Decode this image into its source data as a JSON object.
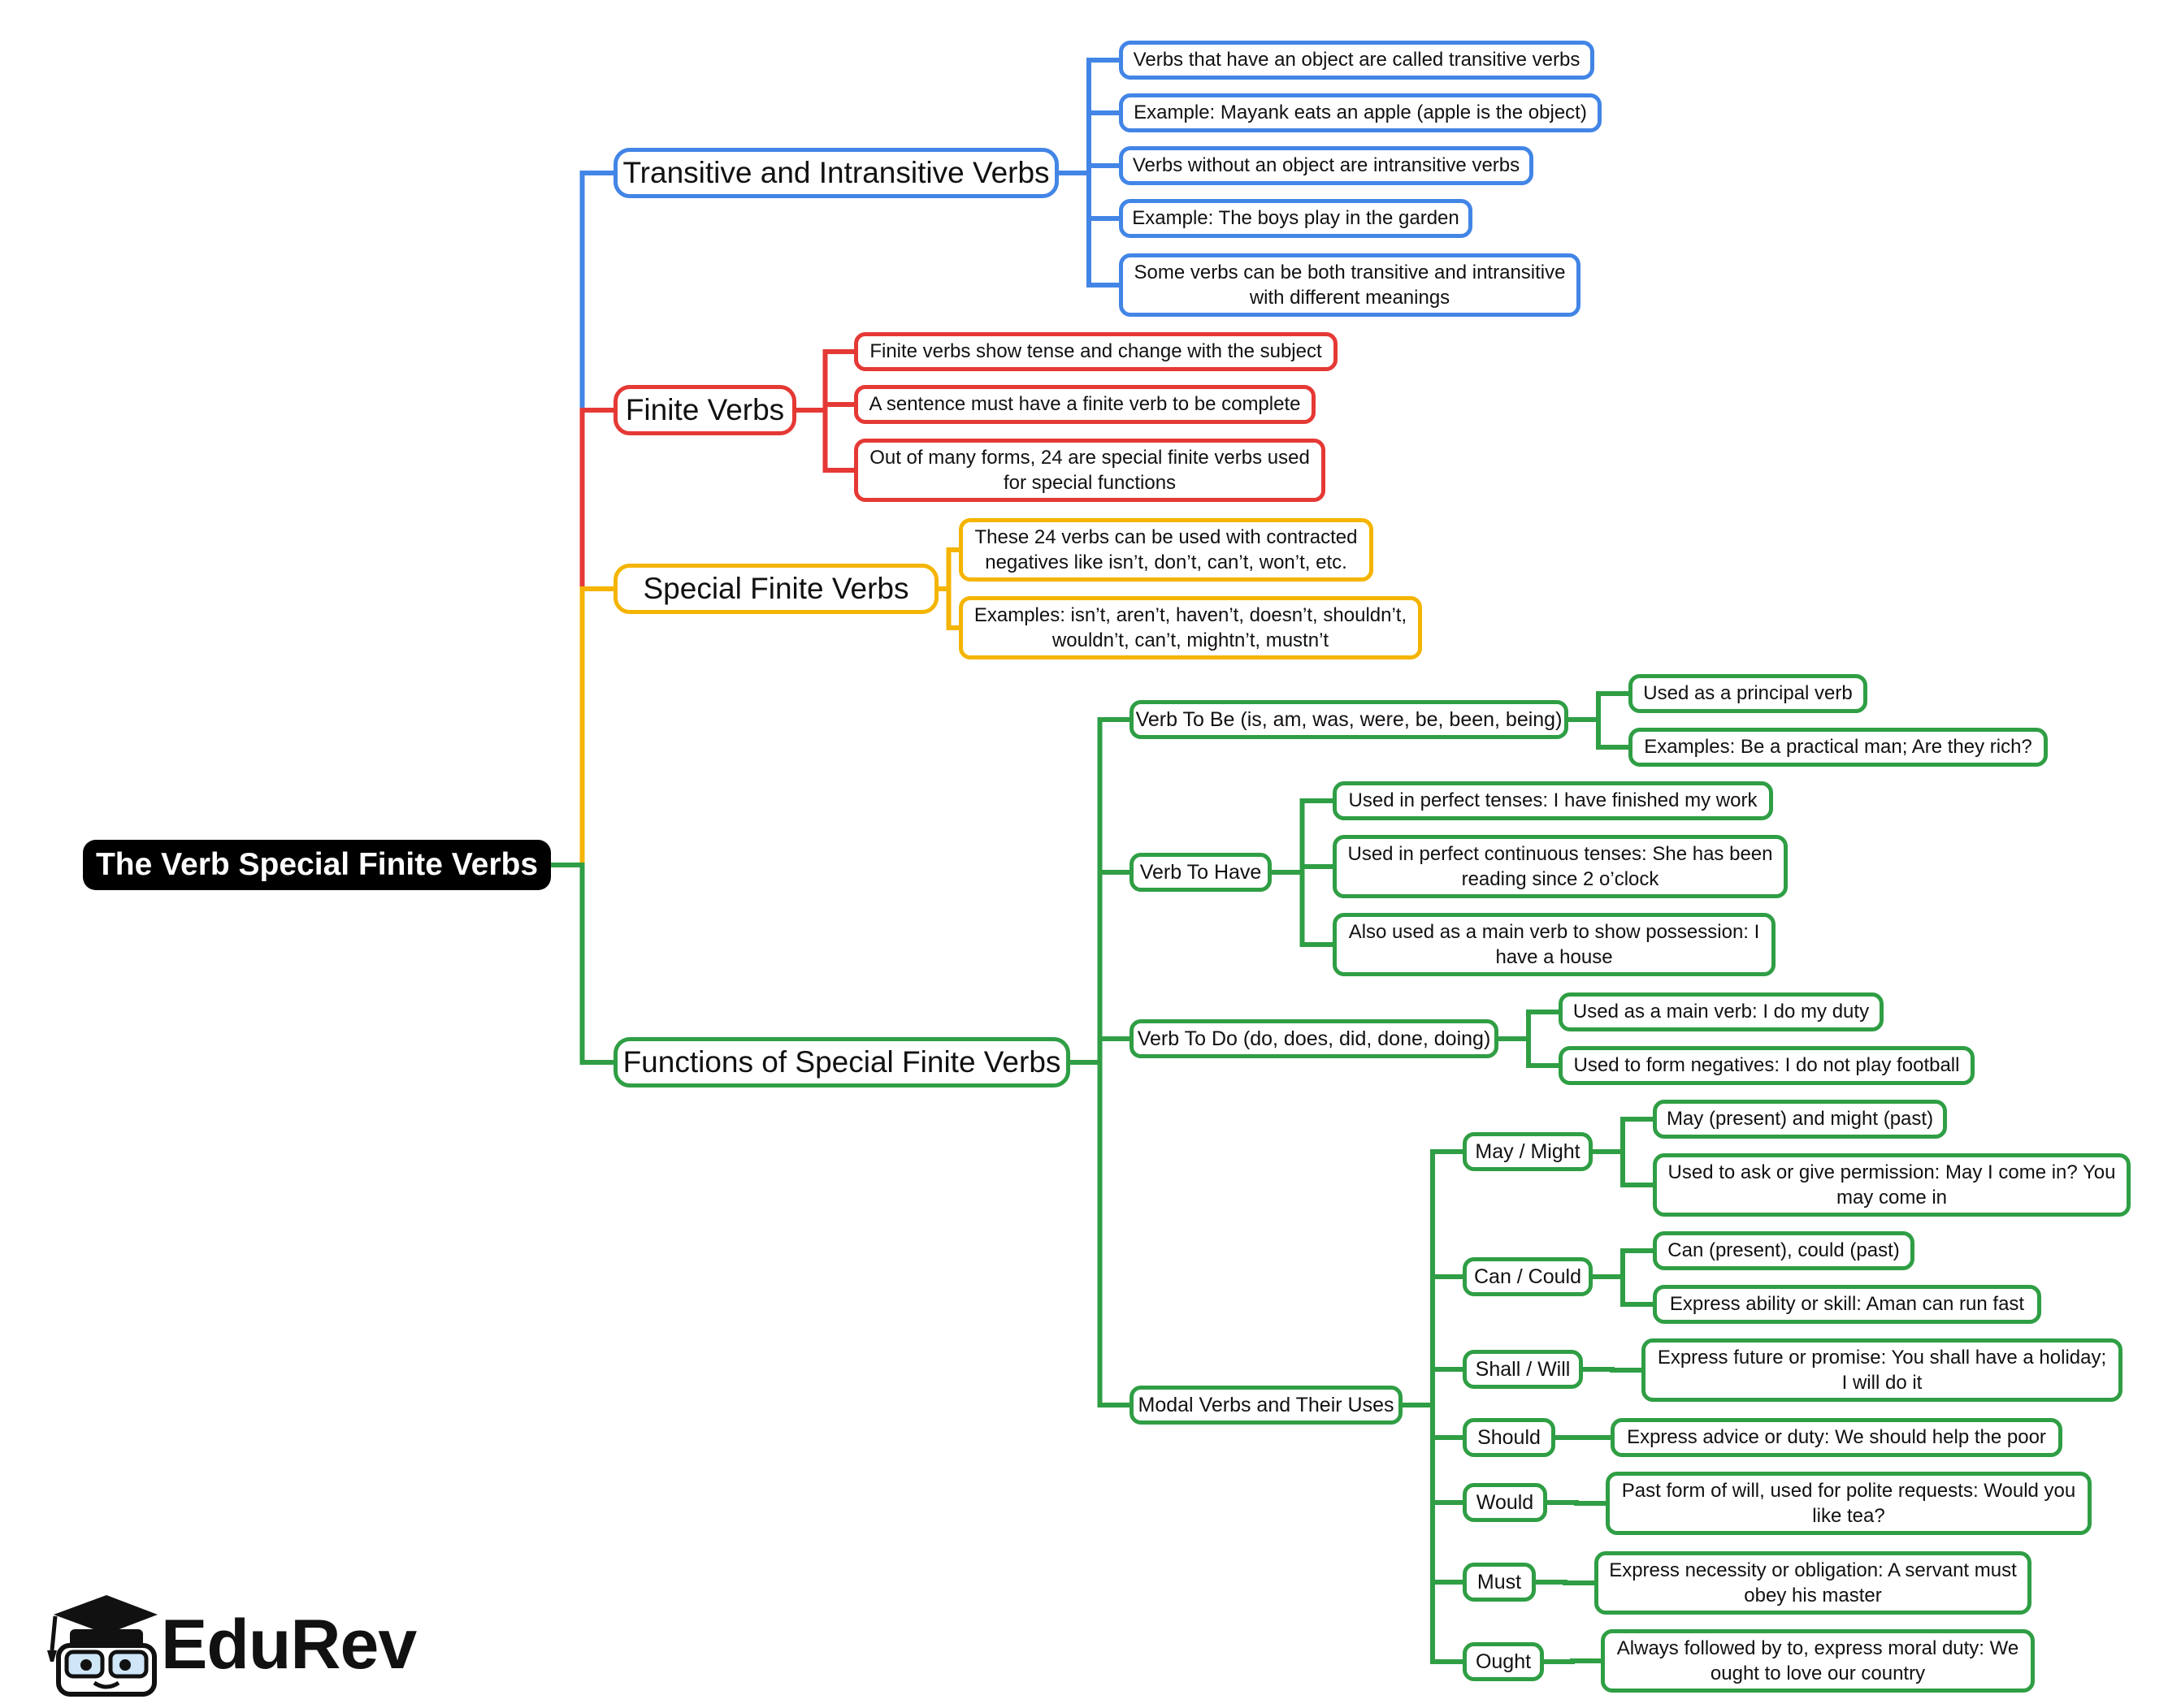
{
  "root": {
    "label": "The Verb Special Finite Verbs"
  },
  "colors": {
    "blue": "#4285e6",
    "red": "#e53935",
    "yellow": "#f4b400",
    "green": "#2f9e44"
  },
  "branches": {
    "transitive": {
      "label": "Transitive and Intransitive Verbs",
      "items": [
        "Verbs that have an object are called transitive verbs",
        "Example: Mayank eats an apple (apple is the object)",
        "Verbs without an object are intransitive verbs",
        "Example: The boys play in the garden",
        "Some verbs can be both transitive and intransitive with different meanings"
      ]
    },
    "finite": {
      "label": "Finite Verbs",
      "items": [
        "Finite verbs show tense and change with the subject",
        "A sentence must have a finite verb to be complete",
        "Out of many forms, 24 are special finite verbs used for special functions"
      ]
    },
    "special": {
      "label": "Special Finite Verbs",
      "items": [
        "These 24 verbs can be used with contracted negatives like isn’t, don’t, can’t, won’t, etc.",
        "Examples: isn’t, aren’t, haven’t, doesn’t, shouldn’t, wouldn’t, can’t, mightn’t, mustn’t"
      ]
    },
    "functions": {
      "label": "Functions of Special Finite Verbs",
      "be": {
        "label": "Verb To Be (is, am, was, were, be, been, being)",
        "items": [
          "Used as a principal verb",
          "Examples: Be a practical man; Are they rich?"
        ]
      },
      "have": {
        "label": "Verb To Have",
        "items": [
          "Used in perfect tenses: I have finished my work",
          "Used in perfect continuous tenses: She has been reading since 2 o’clock",
          "Also used as a main verb to show possession: I have a house"
        ]
      },
      "do": {
        "label": "Verb To Do (do, does, did, done, doing)",
        "items": [
          "Used as a main verb: I do my duty",
          "Used to form negatives: I do not play football"
        ]
      },
      "modals": {
        "label": "Modal Verbs and Their Uses",
        "may": {
          "label": "May / Might",
          "items": [
            "May (present) and might (past)",
            "Used to ask or give permission: May I come in? You may come in"
          ]
        },
        "can": {
          "label": "Can / Could",
          "items": [
            "Can (present), could (past)",
            "Express ability or skill: Aman can run fast"
          ]
        },
        "shall": {
          "label": "Shall / Will",
          "items": [
            "Express future or promise: You shall have a holiday; I will do it"
          ]
        },
        "should": {
          "label": "Should",
          "items": [
            "Express advice or duty: We should help the poor"
          ]
        },
        "would": {
          "label": "Would",
          "items": [
            "Past form of will, used for polite requests: Would you like tea?"
          ]
        },
        "must": {
          "label": "Must",
          "items": [
            "Express necessity or obligation: A servant must obey his master"
          ]
        },
        "ought": {
          "label": "Ought",
          "items": [
            "Always followed by to, express moral duty: We ought to love our country"
          ]
        }
      }
    }
  },
  "brand": {
    "name": "EduRev"
  }
}
